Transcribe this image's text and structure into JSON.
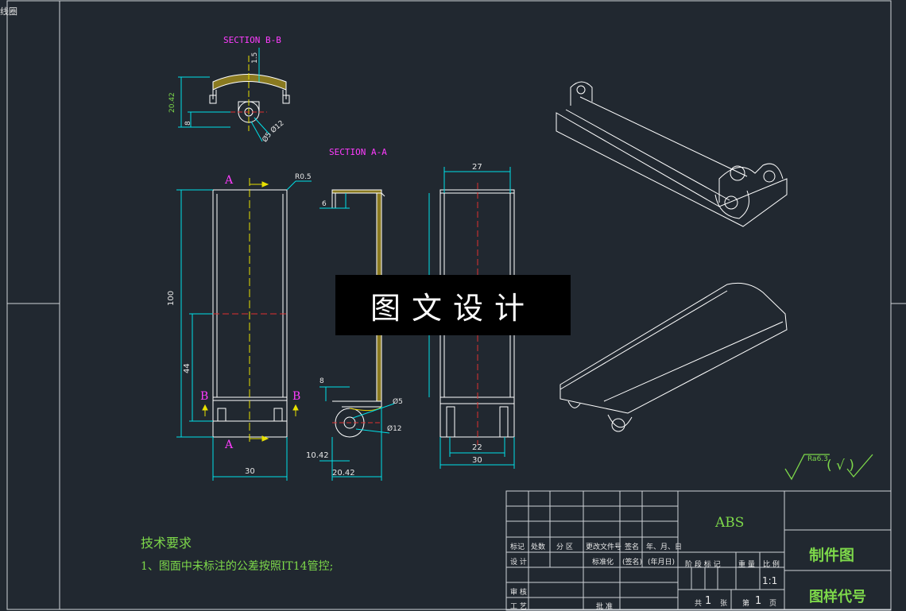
{
  "corner_label": "线圈",
  "sections": {
    "section_bb": "SECTION B-B",
    "section_aa": "SECTION A-A"
  },
  "section_marks": {
    "a": "A",
    "b": "B"
  },
  "dimensions": {
    "front_width": "30",
    "front_height": "100",
    "front_partial": "44",
    "corner_radius": "R0.5",
    "sectionaa_width": "20.42",
    "sectionaa_offset": "10.42",
    "sectionaa_top": "6",
    "sectionaa_lower": "8",
    "sectionaa_hole_small": "Ø5",
    "sectionaa_hole_big": "Ø12",
    "sectionbb_height": "20.42",
    "sectionbb_top": "1.5",
    "sectionbb_lower": "8",
    "sectionbb_hole_small": "Ø5",
    "sectionbb_hole_big": "Ø12",
    "side_top": "27",
    "side_inner": "22",
    "side_width": "30"
  },
  "roughness": {
    "symbol_value": "Ra6.3",
    "bracket": "( √ )"
  },
  "tech_requirements": {
    "title": "技术要求",
    "item_1": "1、图面中未标注的公差按照IT14管控;"
  },
  "watermark": "图文设计",
  "title_block": {
    "material": "ABS",
    "drawing_name": "制件图",
    "drawing_code": "图样代号",
    "scale": "1:1",
    "labels": {
      "mark": "标记",
      "count": "处数",
      "zone": "分 区",
      "change_doc": "更改文件号",
      "signature": "签名",
      "date": "年、月、日",
      "design": "设 计",
      "standardize": "标准化",
      "sign_paren": "(签名)",
      "date_paren": "(年月日)",
      "stage_mark": "阶 段 标 记",
      "weight": "重 量",
      "ratio": "比 例",
      "review": "审 核",
      "process": "工 艺",
      "approve": "批 准",
      "total": "共",
      "sheets": "张",
      "sheet_no": "第",
      "page": "页"
    },
    "total_sheets": "1",
    "sheet_number": "1"
  },
  "colors": {
    "background": "#212830",
    "outline": "#ffffff",
    "dimension": "#00e0e8",
    "section_title": "#ff3cff",
    "note": "#7dd84a",
    "centerline_red": "#e03030",
    "centerline_yellow": "#e8e000",
    "hatch": "#e8d000"
  }
}
